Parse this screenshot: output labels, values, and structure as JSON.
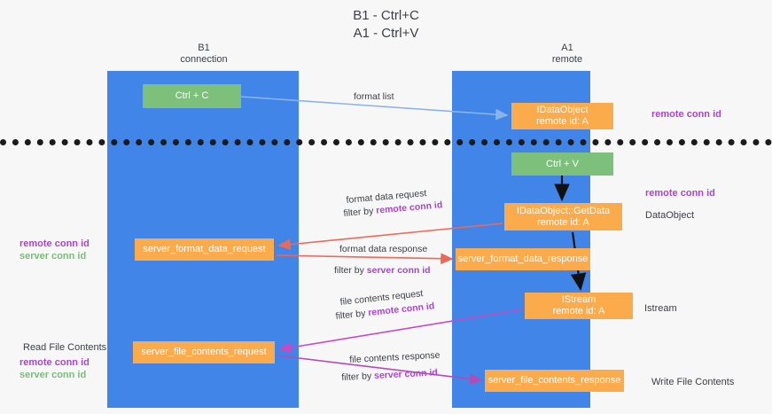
{
  "title": "B1 - Ctrl+C\nA1 - Ctrl+V",
  "columns": {
    "b1": {
      "name": "B1",
      "role": "connection"
    },
    "a1": {
      "name": "A1",
      "role": "remote"
    }
  },
  "boxes": {
    "ctrl_c": {
      "label": "Ctrl + C",
      "color": "#7cc07c"
    },
    "idataobject": {
      "line1": "IDataObject",
      "line2": "remote id: A",
      "color": "#fbab4c"
    },
    "ctrl_v": {
      "label": "Ctrl + V",
      "color": "#7cc07c"
    },
    "getdata": {
      "line1": "IDataObject::GetData",
      "line2": "remote id: A",
      "color": "#fbab4c"
    },
    "server_format_data_request": {
      "label": "server_format_data_request",
      "color": "#fbab4c"
    },
    "server_format_data_response": {
      "label": "server_format_data_response",
      "color": "#fbab4c"
    },
    "istream": {
      "line1": "IStream",
      "line2": "remote id: A",
      "color": "#fbab4c"
    },
    "server_file_contents_request": {
      "label": "server_file_contents_request",
      "color": "#fbab4c"
    },
    "server_file_contents_response": {
      "label": "server_file_contents_response",
      "color": "#fbab4c"
    }
  },
  "edges": {
    "format_list": {
      "label": "format list",
      "color": "#8ab4e8"
    },
    "format_data_request": {
      "label": "format data request",
      "filter_prefix": "filter by ",
      "filter_id": "remote conn id",
      "color": "#ea6a5a"
    },
    "format_data_response": {
      "label": "format data response",
      "filter_prefix": "filter by ",
      "filter_id": "server conn id",
      "color": "#ea6a5a"
    },
    "file_contents_request": {
      "label": "file contents request",
      "filter_prefix": "filter by ",
      "filter_id": "remote conn id",
      "color": "#c44bc4"
    },
    "file_contents_response": {
      "label": "file contents response",
      "filter_prefix": "filter by ",
      "filter_id": "server conn id",
      "color": "#c44bc4"
    }
  },
  "annotations": {
    "remote_conn_id_top": "remote conn id",
    "remote_conn_id_mid": "remote conn id",
    "dataobject": "DataObject",
    "istream": "Istream",
    "write_file_contents": "Write File Contents",
    "read_file_contents": "Read File Contents",
    "remote_conn_id_left": "remote conn id",
    "server_conn_id_left": "server conn id",
    "remote_conn_id_left2": "remote conn id",
    "server_conn_id_left2": "server conn id"
  },
  "colors": {
    "lane": "#4285e8",
    "green_box": "#7cc07c",
    "orange_box": "#fbab4c",
    "purple_id": "#a846c8",
    "green_id": "#78bd78",
    "divider": "#1b1b1b",
    "background": "#f7f7f8"
  }
}
